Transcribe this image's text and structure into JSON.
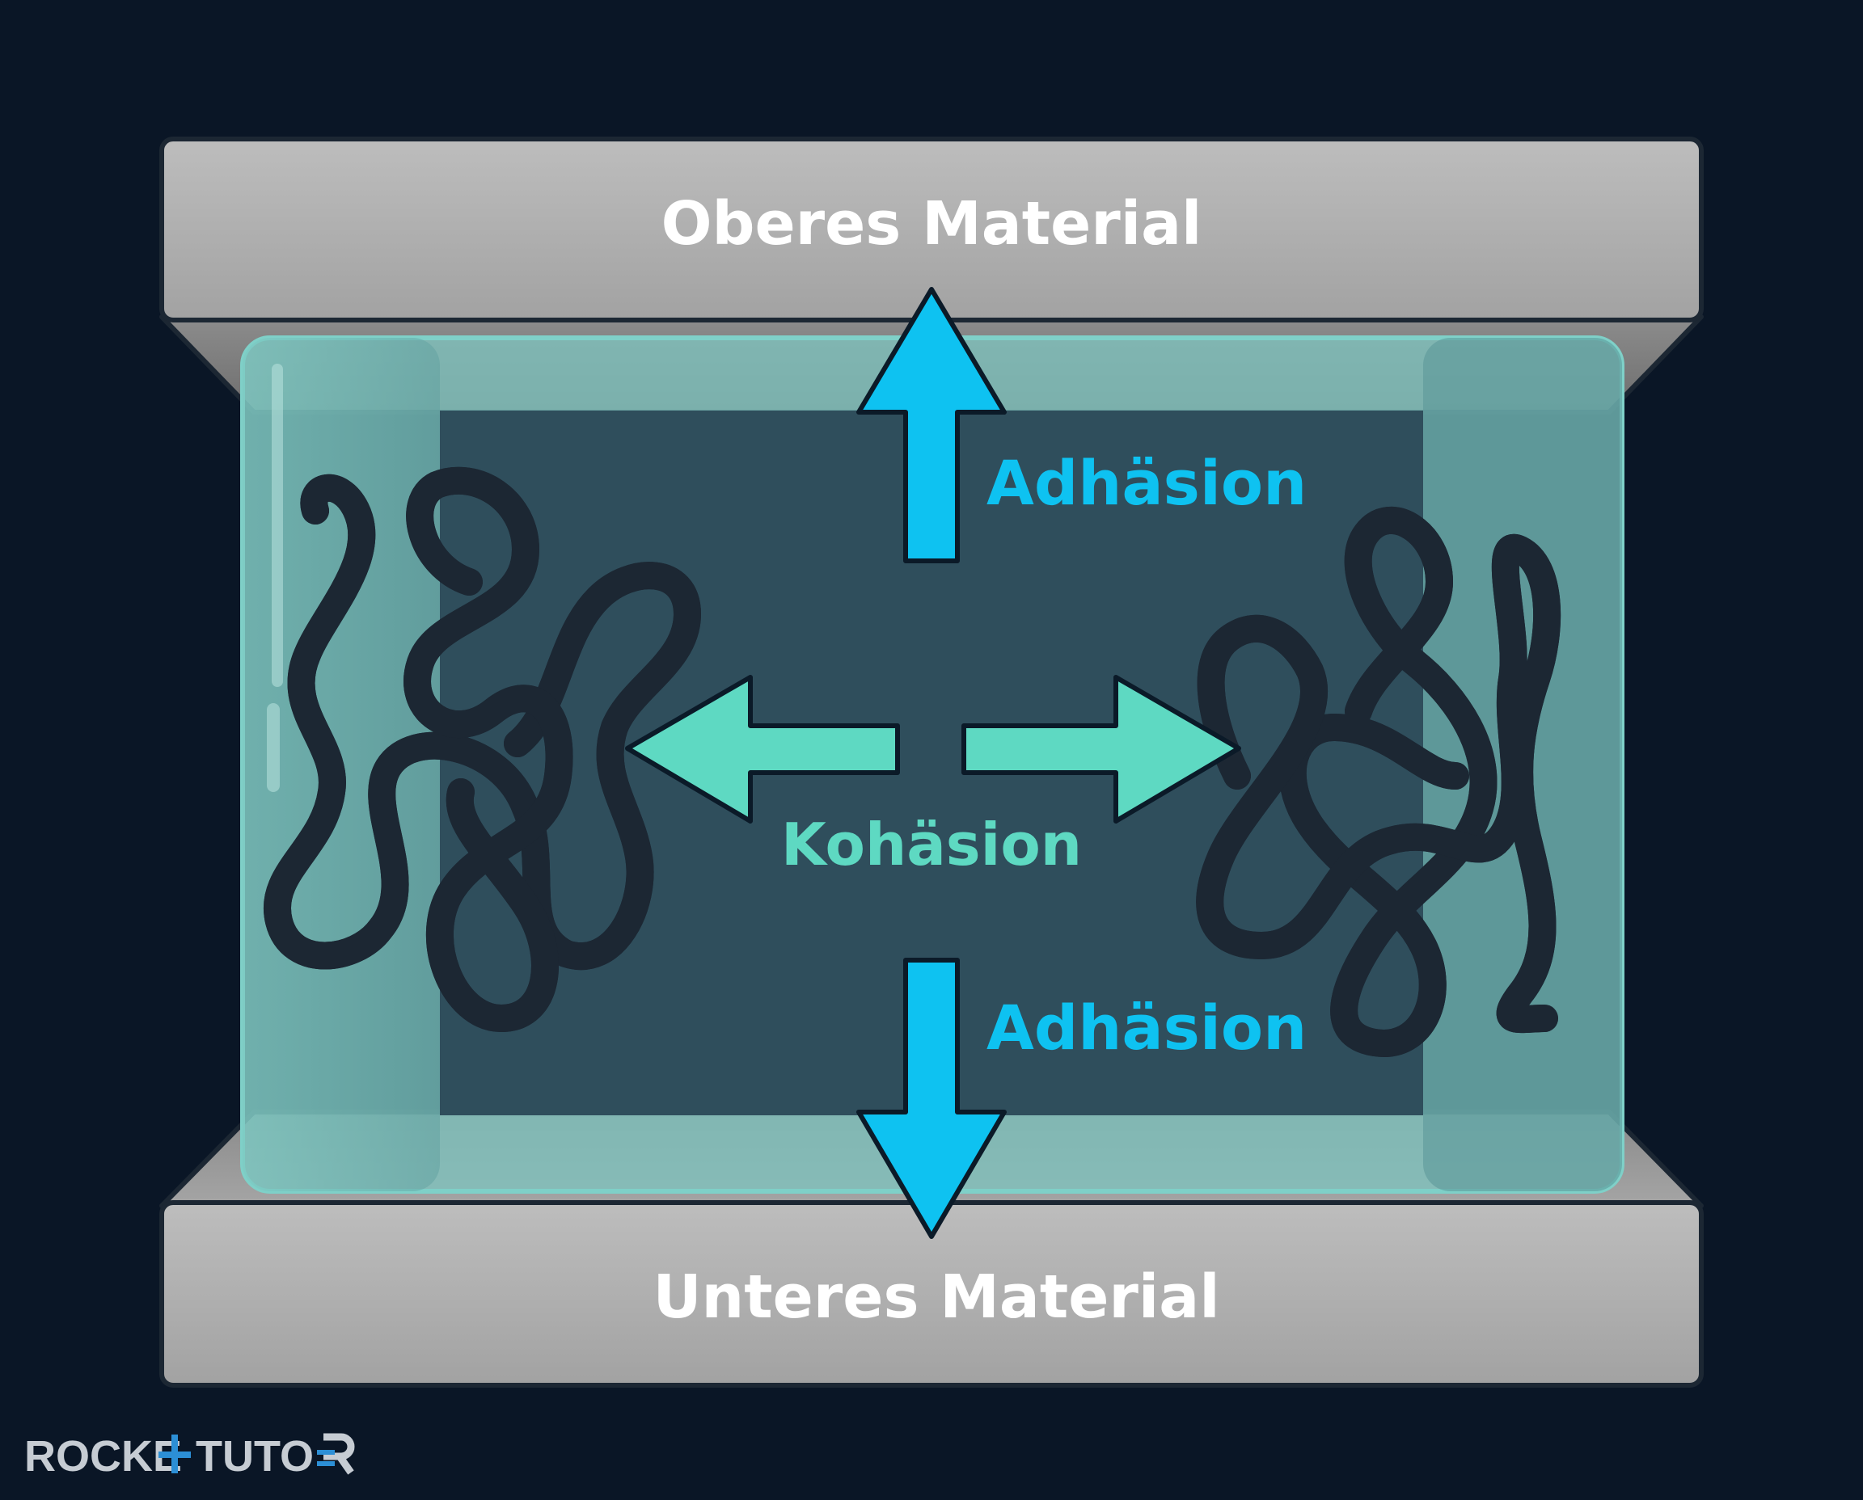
{
  "labels": {
    "top_material": "Oberes Material",
    "bottom_material": "Unteres Material",
    "adhesion_top": "Adhäsion",
    "adhesion_bottom": "Adhäsion",
    "cohesion": "Kohäsion"
  },
  "logo": {
    "text": "ROCKETUTOR"
  },
  "colors": {
    "background": "#0a1626",
    "plate": "#a7a7a7",
    "plate_bevel": "#8e8e8e",
    "adhesive_layer": "#6fb9b3",
    "adhesive_core": "#2e4d5b",
    "polymer_chain": "#5ed9c2",
    "adhesion_arrow": "#0ec2f1",
    "cohesion_arrow": "#5ed9c2",
    "outline": "#1c2733"
  }
}
